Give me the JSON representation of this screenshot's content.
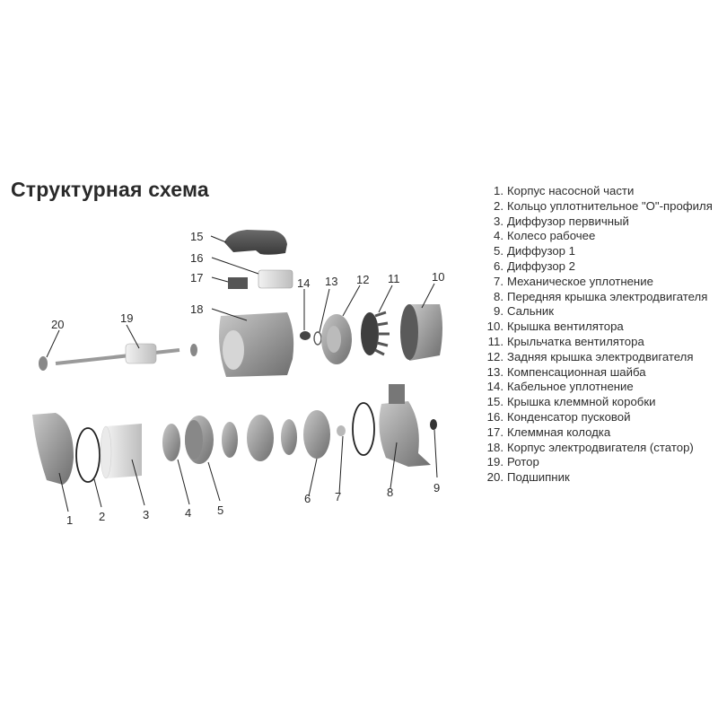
{
  "title": "Структурная схема",
  "legend": [
    {
      "num": "1.",
      "text": "Корпус насосной части"
    },
    {
      "num": "2.",
      "text": "Кольцо уплотнительное \"О\"-профиля"
    },
    {
      "num": "3.",
      "text": "Диффузор первичный"
    },
    {
      "num": "4.",
      "text": "Колесо рабочее"
    },
    {
      "num": "5.",
      "text": "Диффузор 1"
    },
    {
      "num": "6.",
      "text": "Диффузор 2"
    },
    {
      "num": "7.",
      "text": "Механическое уплотнение"
    },
    {
      "num": "8.",
      "text": "Передняя крышка электродвигателя"
    },
    {
      "num": "9.",
      "text": "Сальник"
    },
    {
      "num": "10.",
      "text": "Крышка вентилятора"
    },
    {
      "num": "11.",
      "text": "Крыльчатка вентилятора"
    },
    {
      "num": "12.",
      "text": "Задняя крышка электродвигателя"
    },
    {
      "num": "13.",
      "text": "Компенсационная шайба"
    },
    {
      "num": "14.",
      "text": "Кабельное уплотнение"
    },
    {
      "num": "15.",
      "text": "Крышка клеммной коробки"
    },
    {
      "num": "16.",
      "text": "Конденсатор пусковой"
    },
    {
      "num": "17.",
      "text": "Клеммная колодка"
    },
    {
      "num": "18.",
      "text": "Корпус электродвигателя (статор)"
    },
    {
      "num": "19.",
      "text": "Ротор"
    },
    {
      "num": "20.",
      "text": "Подшипник"
    }
  ],
  "callouts": {
    "c1": "1",
    "c2": "2",
    "c3": "3",
    "c4": "4",
    "c5": "5",
    "c6": "6",
    "c7": "7",
    "c8": "8",
    "c9": "9",
    "c10": "10",
    "c11": "11",
    "c12": "12",
    "c13": "13",
    "c14": "14",
    "c15": "15",
    "c16": "16",
    "c17": "17",
    "c18": "18",
    "c19": "19",
    "c20": "20"
  }
}
